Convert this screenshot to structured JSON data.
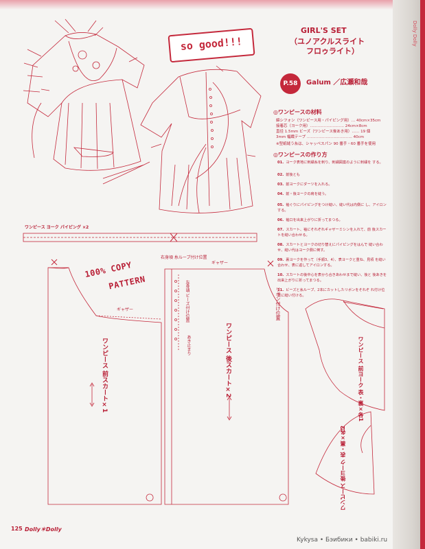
{
  "header": {
    "title": "GIRL'S SET",
    "subtitle_line1": "（ユノアクルスライト",
    "subtitle_line2": "フロゥライト）",
    "page_ref": "P.58",
    "author": "Galum ／広瀬和哉",
    "sticker": "so good!!!"
  },
  "materials": {
    "heading": "◎ワンピースの材料",
    "lines": [
      "綿シフォン（ワンピース用・パイピング用）… 40cm×35cm",
      "接着芯（ヨーク用）……………………… 24cm×8cm",
      "直径 1.5mm ビーズ（ワンピース後あき用）…… 19 個",
      "3mm 幅織テープ ……………………………… 40cm",
      "※型紙縫う糸は、シャッペスパン 90 番手・60 番手を使用"
    ]
  },
  "method": {
    "heading": "◎ワンピースの作り方",
    "steps": [
      {
        "n": "01.",
        "t": "ヨーク表地に刺繍糸を刺り、刺繍図案のように刺繍を する。"
      },
      {
        "n": "02.",
        "t": "前後とも"
      },
      {
        "n": "03.",
        "t": "前ヨークにダーツを入れる。"
      },
      {
        "n": "04.",
        "t": "前・後ヨークの肩を縫う。"
      },
      {
        "n": "05.",
        "t": "袖ぐりにパイピングをつけ縫い、縫い代は内側に し、アイロンする。"
      },
      {
        "n": "06.",
        "t": "袖口を出来上がりに折ってまつる。"
      },
      {
        "n": "07.",
        "t": "スカート、袖にそれぞれギャザーミシンを入れて、前 後スカートを縫い合わせる。"
      },
      {
        "n": "08.",
        "t": "スカートとヨークの切り替えにパイピングをはんで 縫い合わせ、縫い代はヨーク側に倒す。"
      },
      {
        "n": "09.",
        "t": "裏ヨークを作って（手順3、4）、表ヨークと重ね、見頃 を縫い合わせ、表に返してアイロンする。"
      },
      {
        "n": "10.",
        "t": "スカートの後中心を表から合きあわせまで縫い、後と 後あきを出来上がりに折ってまつる。"
      },
      {
        "n": "11.",
        "t": "ビーズと糸ループ、2本にカットしたリボンをそれぞ れ付け位置に縫い付ける。"
      }
    ]
  },
  "pattern": {
    "copy_line1": "100% COPY",
    "copy_line2": "PATTERN",
    "piping_label": "ワンピース ヨーク パイピング ×2",
    "gather1": "ギャザー",
    "gather2": "ギャザー",
    "loop_pos": "右身頃 糸ループ付け位置",
    "bead_pos": "左身頃 ビーズ付け位置",
    "opening": "あき止まり",
    "ribbon_pos": "リボン付け位置",
    "front_skirt": "ワンピース 前スカート×1",
    "back_skirt": "ワンピース 後スカート×2",
    "front_yoke": "ワンピース 前ヨーク 表・裏×各1",
    "back_yoke": "ワンピース 後ヨーク 表・裏×各2"
  },
  "footer": {
    "page_num": "125",
    "brand": "Dolly＊Dolly"
  },
  "watermark": "Kykysa • Бэибики • babiki.ru",
  "spine": "Dolly Dolly",
  "colors": {
    "accent": "#c4283b",
    "ink": "#b81e35"
  }
}
